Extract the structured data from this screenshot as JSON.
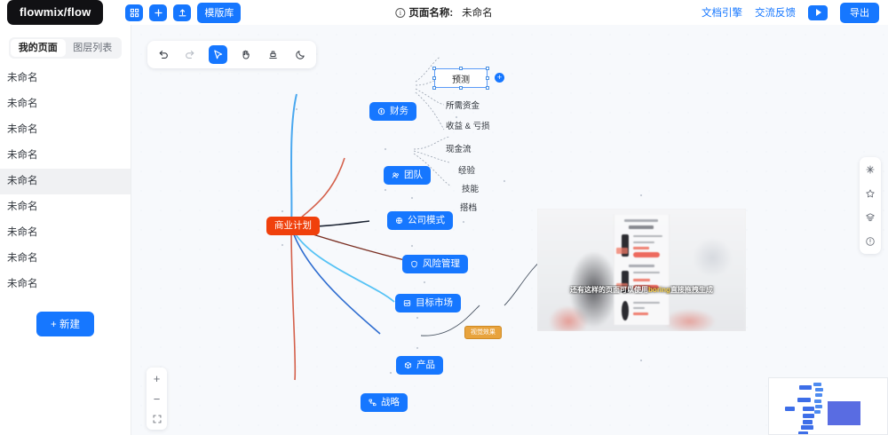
{
  "header": {
    "logo": "flowmix/flow",
    "tools": [
      {
        "name": "grid-icon",
        "label": "田"
      },
      {
        "name": "plus-icon",
        "label": "+"
      },
      {
        "name": "upload-icon",
        "label": "⤒"
      }
    ],
    "template_library_label": "模版库",
    "page_name_label": "页面名称:",
    "page_name_value": "未命名",
    "links": [
      "文档引擎",
      "交流反馈"
    ],
    "play_label": "▶",
    "export_label": "导出",
    "accent": "#1677ff"
  },
  "sidebar": {
    "tabs": [
      {
        "label": "我的页面",
        "active": true
      },
      {
        "label": "图层列表",
        "active": false
      }
    ],
    "pages": [
      {
        "label": "未命名",
        "selected": false
      },
      {
        "label": "未命名",
        "selected": false
      },
      {
        "label": "未命名",
        "selected": false
      },
      {
        "label": "未命名",
        "selected": false
      },
      {
        "label": "未命名",
        "selected": true
      },
      {
        "label": "未命名",
        "selected": false
      },
      {
        "label": "未命名",
        "selected": false
      },
      {
        "label": "未命名",
        "selected": false
      },
      {
        "label": "未命名",
        "selected": false
      }
    ],
    "new_button_label": "+ 新建"
  },
  "canvas": {
    "background": "#f7f9fc",
    "toolbar": [
      {
        "name": "undo-icon",
        "active": false
      },
      {
        "name": "redo-icon",
        "active": false
      },
      {
        "name": "cursor-icon",
        "active": true
      },
      {
        "name": "hand-icon",
        "active": false
      },
      {
        "name": "eraser-icon",
        "active": false
      },
      {
        "name": "moon-icon",
        "active": false
      }
    ],
    "root_node": {
      "label": "商业计划",
      "color": "#f0400c"
    },
    "nodes": [
      {
        "label": "财务",
        "icon": "dollar-icon",
        "color": "#1677ff"
      },
      {
        "label": "团队",
        "icon": "people-icon",
        "color": "#1677ff"
      },
      {
        "label": "公司模式",
        "icon": "globe-icon",
        "color": "#1677ff"
      },
      {
        "label": "风险管理",
        "icon": "shield-icon",
        "color": "#1677ff"
      },
      {
        "label": "目标市场",
        "icon": "target-icon",
        "color": "#1677ff"
      },
      {
        "label": "产品",
        "icon": "box-icon",
        "color": "#1677ff"
      },
      {
        "label": "战略",
        "icon": "flow-icon",
        "color": "#1677ff"
      }
    ],
    "leaf_labels": [
      "所需资金",
      "收益 & 亏损",
      "现金流",
      "经验",
      "技能",
      "搭档"
    ],
    "selected_node": {
      "label": "预测",
      "plus": "+"
    },
    "badge_node": {
      "label": "视觉效果",
      "color": "#e8a33d"
    },
    "image_card": {
      "caption_prefix": "还有这样的页面可以使用",
      "caption_highlight": "boring",
      "caption_suffix": "直接拖拽生成"
    }
  },
  "right_toolbar": [
    {
      "name": "sparkle-icon"
    },
    {
      "name": "star-icon"
    },
    {
      "name": "layers-icon"
    },
    {
      "name": "help-icon"
    }
  ],
  "zoom_controls": [
    {
      "name": "zoom-in-icon",
      "glyph": "+"
    },
    {
      "name": "zoom-out-icon",
      "glyph": "−"
    },
    {
      "name": "fit-screen-icon",
      "glyph": "⛶"
    }
  ]
}
